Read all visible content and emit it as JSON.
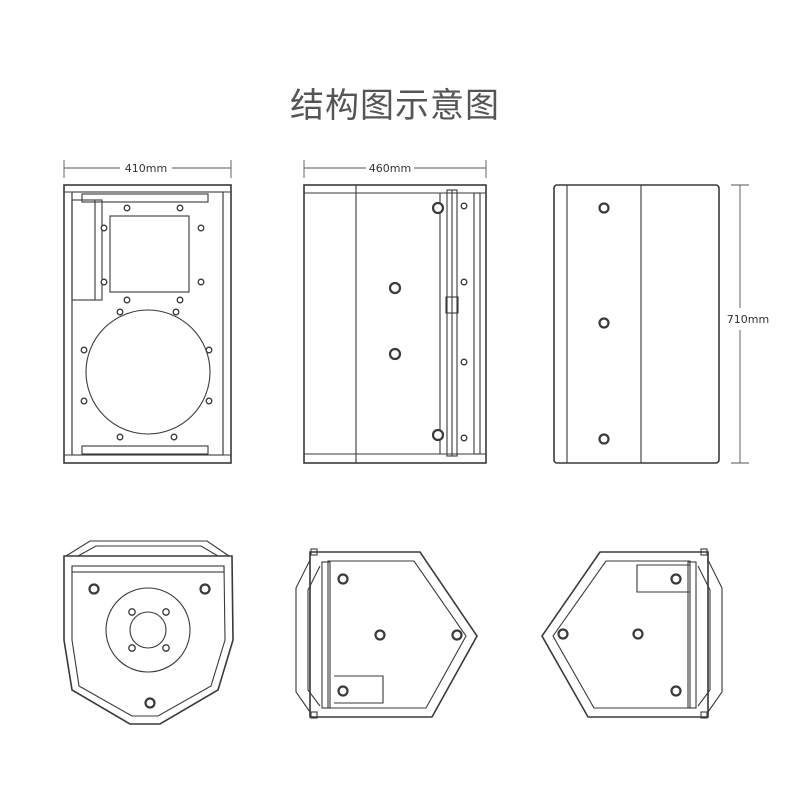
{
  "title": "结构图示意图",
  "dimensions": {
    "width": "410mm",
    "depth": "460mm",
    "height": "710mm"
  },
  "colors": {
    "line": "#3a3a3a",
    "title": "#555555",
    "background": "#ffffff"
  }
}
